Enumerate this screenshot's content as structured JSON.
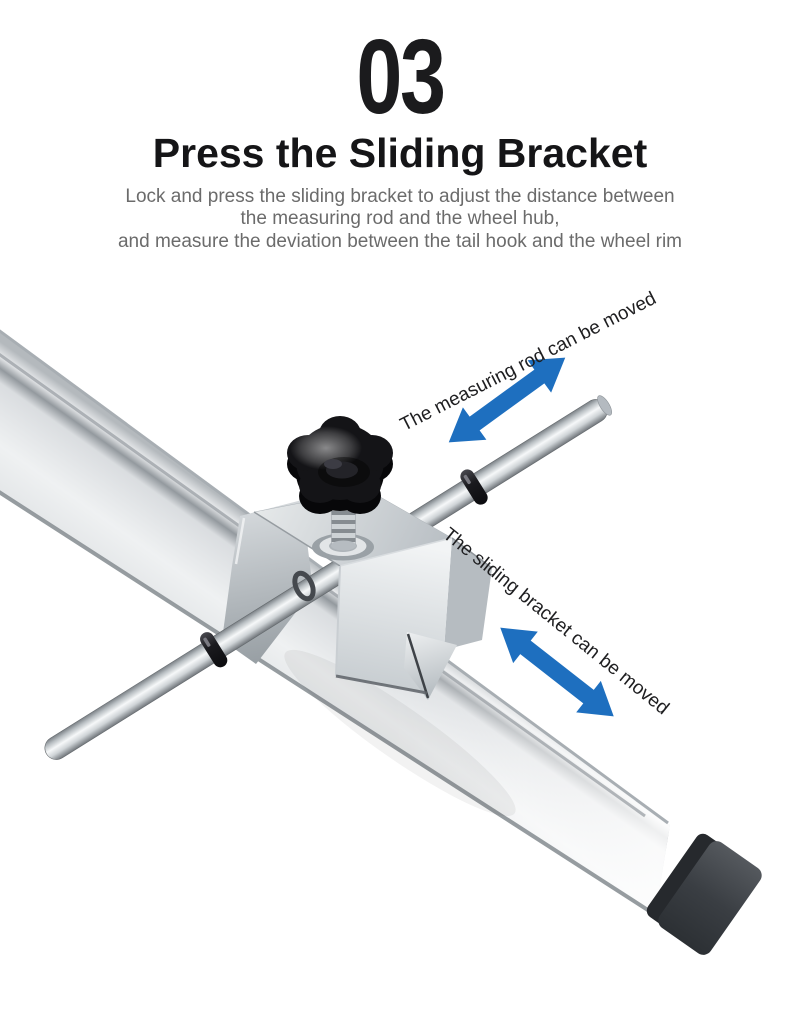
{
  "header": {
    "step_number": "03",
    "title": "Press the Sliding Bracket",
    "subtitle_lines": [
      "Lock and press the sliding bracket to adjust the distance between",
      "the measuring rod and the wheel hub,",
      "and measure the deviation between the tail hook and the wheel rim"
    ]
  },
  "annotations": {
    "measuring_rod": "The measuring rod can be moved",
    "sliding_bracket": "The sliding bracket can be moved"
  },
  "colors": {
    "background": "#ffffff",
    "heading_black": "#1b1b1d",
    "subtitle_gray": "#6b6b6b",
    "annotation_black": "#1e1e20",
    "arrow_blue": "#1e6fbf",
    "knob_black": "#141417",
    "metal_silver": "#dfe2e4",
    "end_cap_gray": "#3a3e43"
  }
}
